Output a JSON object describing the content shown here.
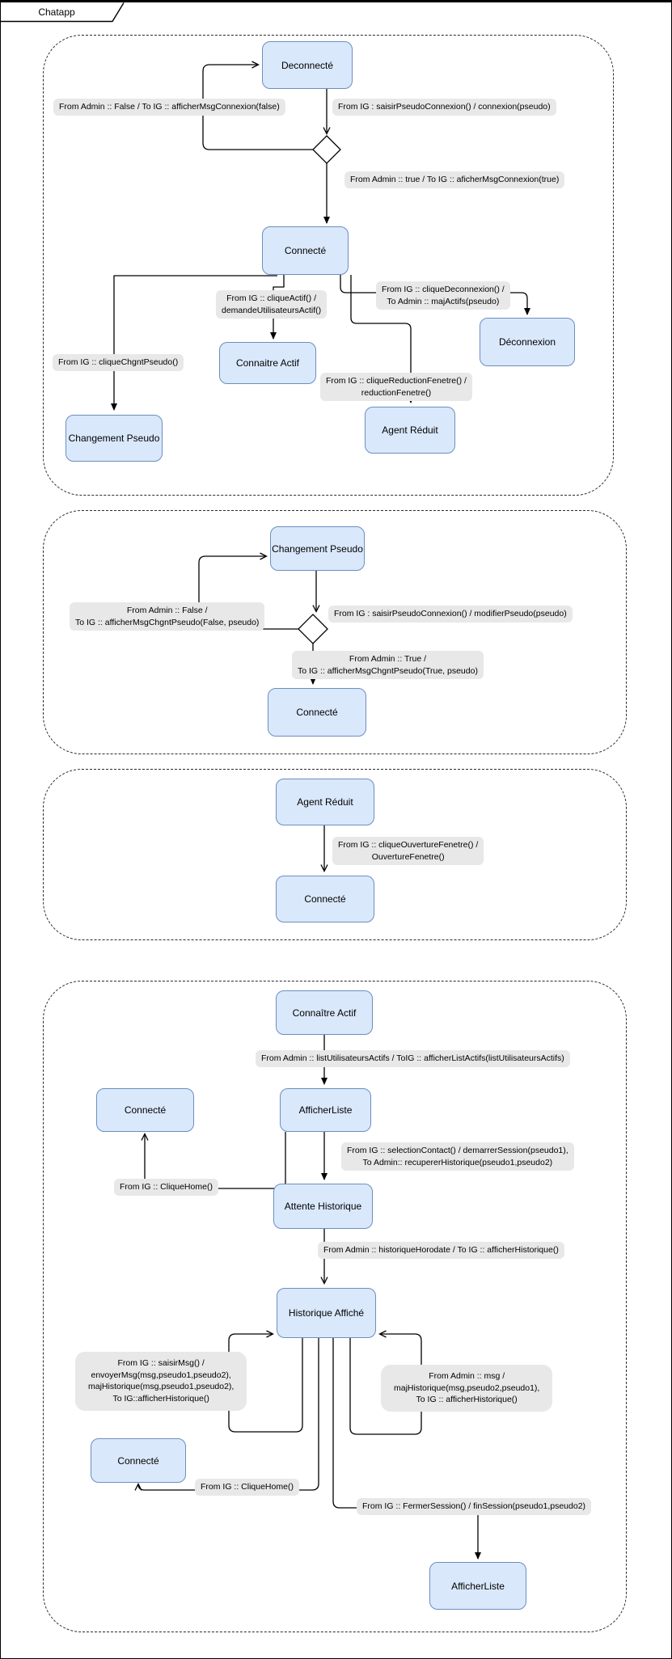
{
  "title": "Chatapp",
  "colors": {
    "state-fill": "#dae8fc",
    "state-border": "#6c8ebf",
    "label-bg": "#e8e8e8",
    "line": "#000000"
  },
  "frames": [
    {
      "name": "connexion",
      "states": {
        "deconnecte": "Deconnecté",
        "connecte": "Connecté",
        "connaitre_actif": "Connaitre Actif",
        "deconnexion": "Déconnexion",
        "changement_pseudo": "Changement Pseudo",
        "agent_reduit": "Agent Réduit"
      },
      "labels": {
        "admin_false": "From Admin :: False  / To IG :: afficherMsgConnexion(false)",
        "saisir_pseudo": "From IG : saisirPseudoConnexion() / connexion(pseudo)",
        "admin_true": "From Admin :: true  / To IG :: aficherMsgConnexion(true)",
        "clique_actif": [
          "From IG :: cliqueActif() /",
          "demandeUtilisateursActif()"
        ],
        "clique_deconnexion": [
          "From IG :: cliqueDeconnexion() /",
          "To Admin :: majActifs(pseudo)"
        ],
        "clique_chgnt_pseudo": "From IG :: cliqueChgntPseudo()",
        "clique_reduction": [
          "From IG :: cliqueReductionFenetre() /",
          "reductionFenetre()"
        ]
      }
    },
    {
      "name": "changement-pseudo",
      "states": {
        "changement_pseudo": "Changement Pseudo",
        "connecte": "Connecté"
      },
      "labels": {
        "admin_false": [
          "From Admin :: False /",
          "To IG :: afficherMsgChgntPseudo(False, pseudo)"
        ],
        "saisir_pseudo": "From IG : saisirPseudoConnexion() / modifierPseudo(pseudo)",
        "admin_true": [
          "From Admin :: True /",
          "To IG :: afficherMsgChgntPseudo(True, pseudo)"
        ]
      }
    },
    {
      "name": "agent-reduit",
      "states": {
        "agent_reduit": "Agent Réduit",
        "connecte": "Connecté"
      },
      "labels": {
        "clique_ouverture": [
          "From IG :: cliqueOuvertureFenetre() /",
          "OuvertureFenetre()"
        ]
      }
    },
    {
      "name": "session",
      "states": {
        "connaitre_actif": "Connaître Actif",
        "afficher_liste": "AfficherListe",
        "connecte_haut": "Connecté",
        "attente_historique": "Attente Historique",
        "historique_affiche": "Historique Affiché",
        "connecte_bas": "Connecté",
        "afficher_liste_bas": "AfficherListe"
      },
      "labels": {
        "list_actifs": "From Admin :: listUtilisateursActifs / ToIG :: afficherListActifs(listUtilisateursActifs)",
        "selection_contact": [
          "From IG :: selectionContact() / demarrerSession(pseudo1),",
          "To Admin:: recupererHistorique(pseudo1,pseudo2)"
        ],
        "clique_home_haut": "From IG :: CliqueHome()",
        "historique_horodate": "From Admin :: historiqueHorodate / To IG :: afficherHistorique()",
        "saisir_msg": [
          "From IG :: saisirMsg() /",
          "envoyerMsg(msg,pseudo1,pseudo2),",
          "majHistorique(msg,pseudo1,pseudo2),",
          "To IG::afficherHistorique()"
        ],
        "admin_msg": [
          "From Admin :: msg /",
          "majHistorique(msg,pseudo2,pseudo1),",
          "To IG :: afficherHistorique()"
        ],
        "clique_home_bas": "From IG :: CliqueHome()",
        "fermer_session": "From IG :: FermerSession() / finSession(pseudo1,pseudo2)"
      }
    }
  ]
}
